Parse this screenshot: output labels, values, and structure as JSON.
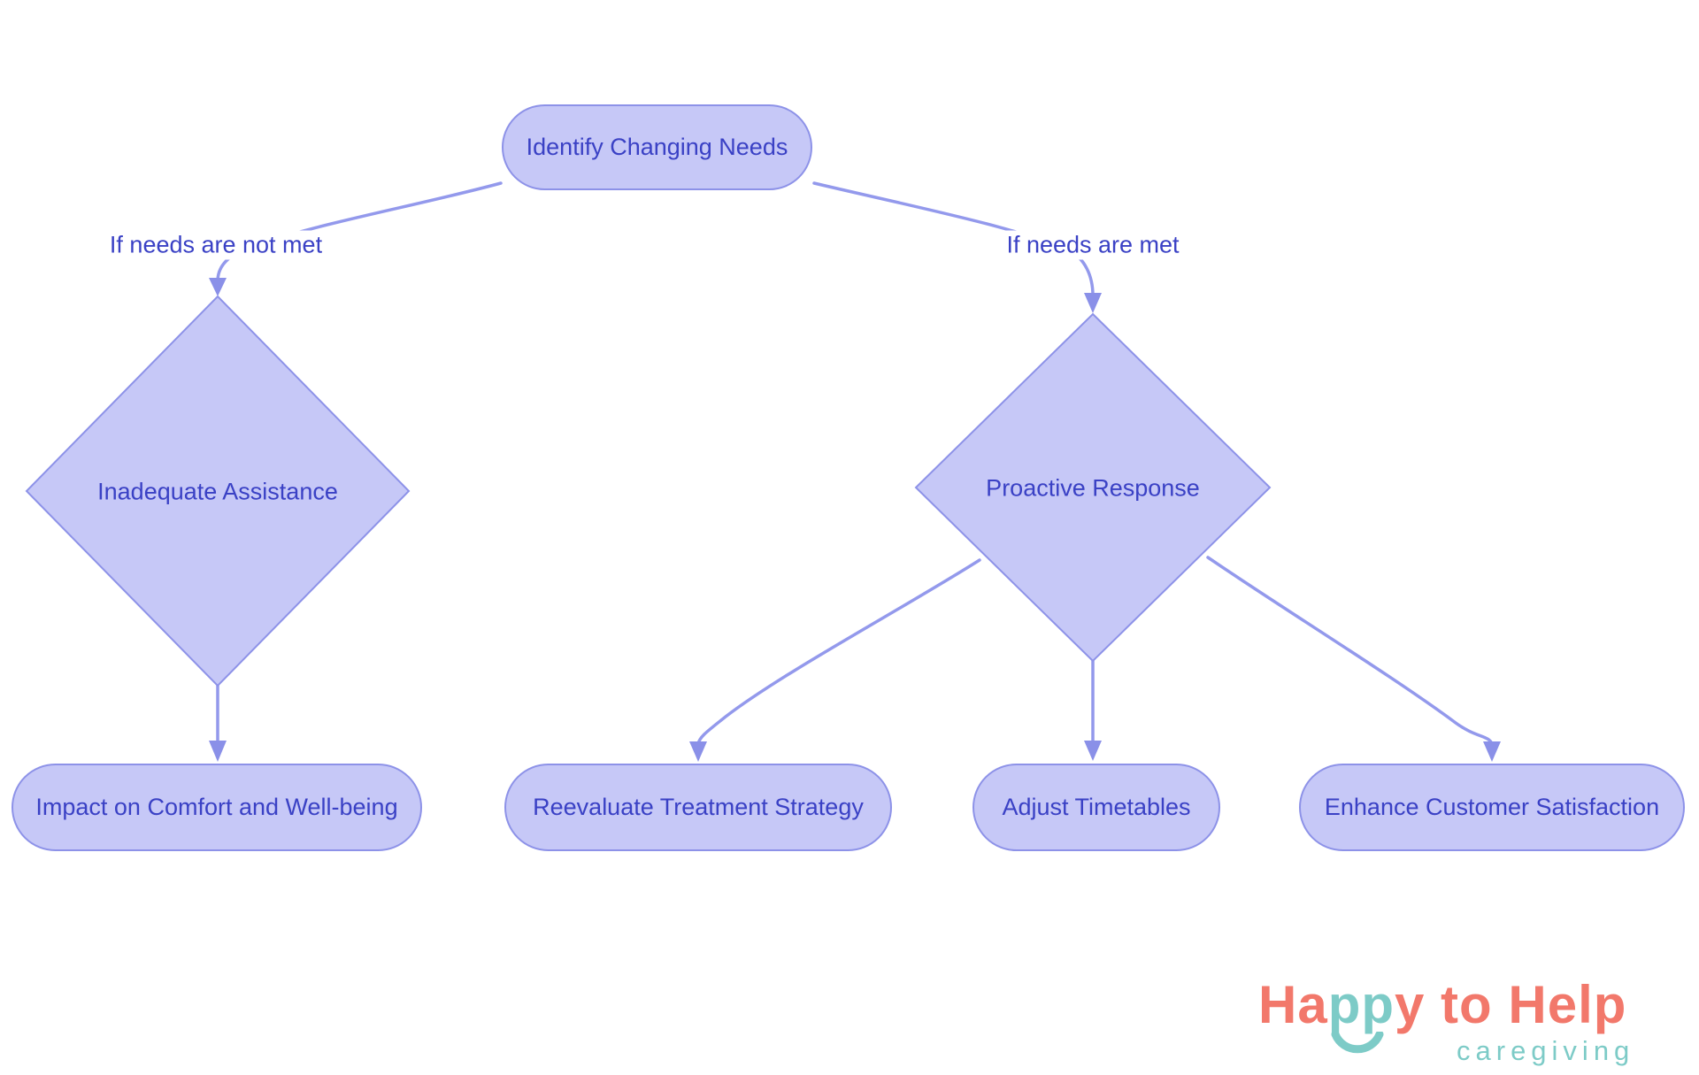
{
  "nodes": {
    "start": {
      "label": "Identify Changing Needs"
    },
    "decision_left": {
      "label": "Inadequate Assistance"
    },
    "decision_right": {
      "label": "Proactive Response"
    },
    "outcome_impact": {
      "label": "Impact on Comfort and Well-being"
    },
    "outcome_reevaluate": {
      "label": "Reevaluate Treatment Strategy"
    },
    "outcome_adjust": {
      "label": "Adjust Timetables"
    },
    "outcome_enhance": {
      "label": "Enhance Customer Satisfaction"
    }
  },
  "edge_labels": {
    "not_met": "If needs are not met",
    "met": "If needs are met"
  },
  "logo": {
    "part_ha": "Ha",
    "part_pp": "pp",
    "part_y": "y",
    "part_to": " to ",
    "part_help": "Help",
    "subtitle": "caregiving"
  },
  "colors": {
    "node_fill": "#C6C8F7",
    "node_border": "#8D92E8",
    "edge": "#9399EC",
    "arrow": "#8A90E8",
    "text": "#3A41C5",
    "logo_coral": "#F2786B",
    "logo_teal": "#7DCBC7"
  }
}
